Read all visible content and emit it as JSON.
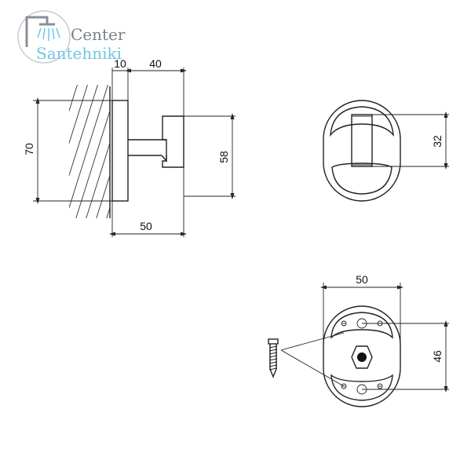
{
  "logo": {
    "line1": "Center",
    "line2": "Santehniki"
  },
  "side_view": {
    "dims": {
      "height_plate": "70",
      "plate_thickness": "10",
      "hook_depth": "40",
      "hook_height": "58",
      "total_depth": "50"
    }
  },
  "front_view": {
    "dims": {
      "hook_width": "32"
    }
  },
  "back_view": {
    "dims": {
      "width": "50",
      "hole_spacing": "46"
    }
  },
  "colors": {
    "line": "#222222",
    "logo_gray": "#7a8088",
    "logo_blue": "#6ec6e6"
  }
}
